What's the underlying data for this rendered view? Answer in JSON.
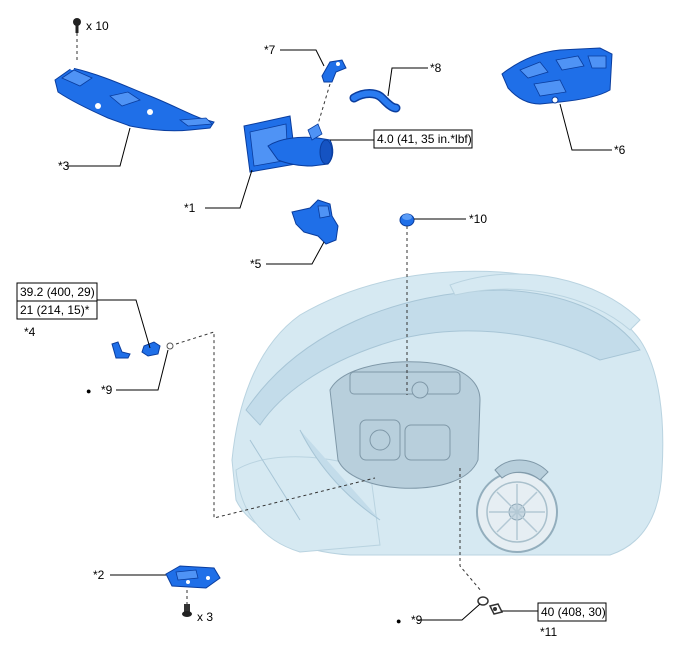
{
  "callouts": {
    "c1": "*1",
    "c2": "*2",
    "c3": "*3",
    "c4": "*4",
    "c5": "*5",
    "c6": "*6",
    "c7": "*7",
    "c8": "*8",
    "c9a": "*9",
    "c9b": "*9",
    "c10": "*10",
    "c11": "*11"
  },
  "quantities": {
    "top_clip": "x 10",
    "bottom_bolt": "x 3"
  },
  "torque": {
    "t1": "4.0 (41, 35 in.*lbf)",
    "t4_line1": "39.2 (400, 29)",
    "t4_line2": "21 (214, 15)*",
    "t11": "40 (408, 30)"
  },
  "bullets": {
    "b9a": "●",
    "b9b": "●"
  },
  "colors": {
    "part_blue": "#1f6fe8",
    "ghost_car": "#d6e9f2"
  }
}
